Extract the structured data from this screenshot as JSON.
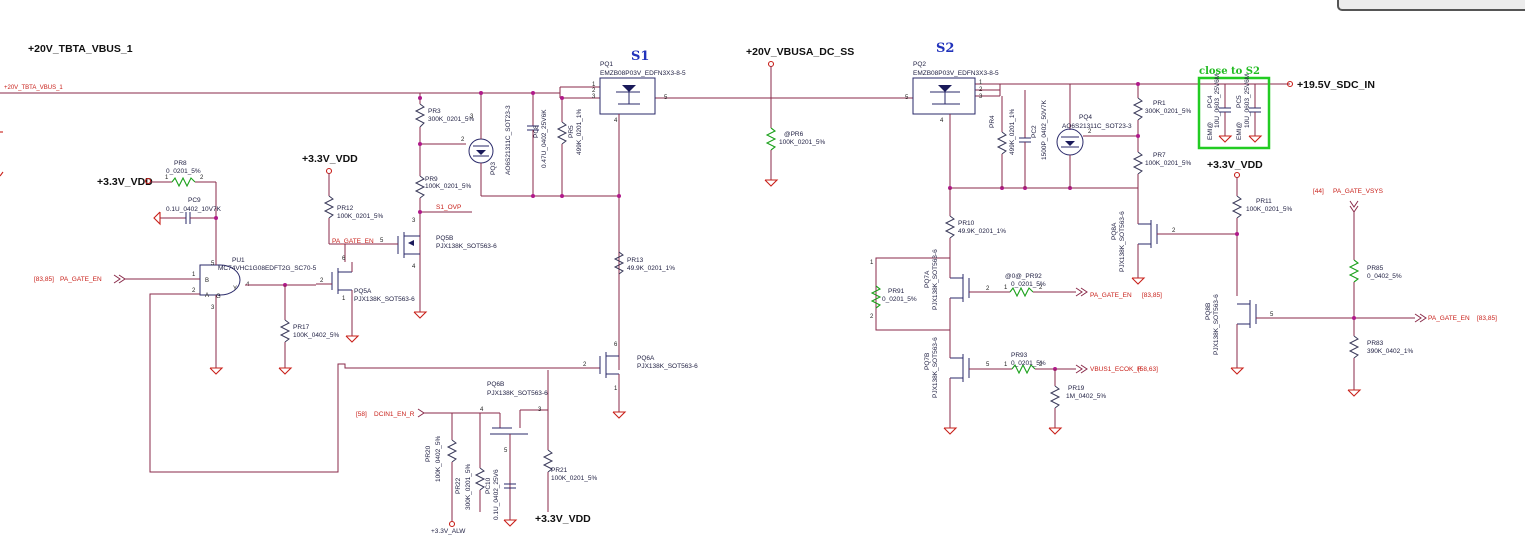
{
  "nets": {
    "tbta_vbus_1": "+20V_TBTA_VBUS_1",
    "tbta_vbus_1_small": "+20V_TBTA_VBUS_1",
    "vbusa_dc_ss": "+20V_VBUSA_DC_SS",
    "sdc_in": "+19.5V_SDC_IN",
    "vdd_a": "+3.3V_VDD",
    "vdd_b": "+3.3V_VDD",
    "vdd_c": "+3.3V_VDD",
    "vdd_d": "+3.3V_VDD",
    "alw": "+3.3V_ALW"
  },
  "sections": {
    "s1": "S1",
    "s2": "S2",
    "close_to_s2": "close to S2"
  },
  "signals": {
    "pa_gate_en_in": "PA_GATE_EN",
    "pa_gate_en_in_ref": "[83,85]",
    "pa_gate_en_mid": "PA_GATE_EN",
    "s1_ovp": "S1_OVP",
    "dcin1_en_r": "DCIN1_EN_R",
    "dcin1_en_r_ref": "[58]",
    "pa_gate_en_r1": "PA_GATE_EN",
    "pa_gate_en_r1_ref": "[83,85]",
    "vbus1_ecok_r": "VBUS1_ECOK_R",
    "vbus1_ecok_r_ref": "[58,63]",
    "pa_gate_vsys": "PA_GATE_VSYS",
    "pa_gate_vsys_ref": "[44]",
    "pa_gate_en_r2": "PA_GATE_EN",
    "pa_gate_en_r2_ref": "[83,85]"
  },
  "components": {
    "pq1": {
      "ref": "PQ1",
      "part": "EMZB08P03V_EDFN3X3-8-5"
    },
    "pq2": {
      "ref": "PQ2",
      "part": "EMZB08P03V_EDFN3X3-8-5"
    },
    "pr3": {
      "ref": "PR3",
      "value": "300K_0201_5%"
    },
    "pq3": {
      "ref": "PQ3",
      "part": "AO6S21311C_SOT23-3"
    },
    "pc8": {
      "ref": "PC8",
      "value": "0.47U_0402_25V6K"
    },
    "pr5": {
      "ref": "PR5",
      "value": "499K_0201_1%"
    },
    "pr9": {
      "ref": "PR9",
      "value": "100K_0201_5%"
    },
    "pq5b": {
      "ref": "PQ5B",
      "part": "PJX138K_SOT563-6"
    },
    "pr12": {
      "ref": "PR12",
      "value": "100K_0201_5%"
    },
    "pq5a": {
      "ref": "PQ5A",
      "part": "PJX138K_SOT563-6"
    },
    "pr17": {
      "ref": "PR17",
      "value": "100K_0402_5%"
    },
    "pr8": {
      "ref": "PR8",
      "value": "0_0201_5%"
    },
    "pc9": {
      "ref": "PC9",
      "value": "0.1U_0402_10V7K"
    },
    "pu1": {
      "ref": "PU1",
      "part": "MC74VHC1G08EDFT2G_SC70-5"
    },
    "pr13": {
      "ref": "PR13",
      "value": "49.9K_0201_1%"
    },
    "pq6a": {
      "ref": "PQ6A",
      "part": "PJX138K_SOT563-6"
    },
    "pq6b": {
      "ref": "PQ6B",
      "part": "PJX138K_SOT563-6"
    },
    "pr20": {
      "ref": "PR20",
      "value": "100K_0402_5%"
    },
    "pr22": {
      "ref": "PR22",
      "value": "300K_0201_5%"
    },
    "pc10": {
      "ref": "PC10",
      "value": "0.1U_0402_25V6"
    },
    "pr21": {
      "ref": "PR21",
      "value": "100K_0201_5%"
    },
    "pr6": {
      "ref": "@PR6",
      "value": "100K_0201_5%"
    },
    "pr4": {
      "ref": "PR4",
      "value": "499K_0201_1%"
    },
    "pc2": {
      "ref": "PC2",
      "value": "1500P_0402_50V7K"
    },
    "pq4": {
      "ref": "PQ4",
      "part": "AO6S21311C_SOT23-3"
    },
    "pr1": {
      "ref": "PR1",
      "value": "300K_0201_5%"
    },
    "pr7": {
      "ref": "PR7",
      "value": "100K_0201_5%"
    },
    "pc4": {
      "ref": "PC4",
      "value": "10U_0603_25V6M",
      "tag": "EMI@"
    },
    "pc5": {
      "ref": "PC5",
      "value": "10U_0603_25V6M",
      "tag": "EMI@"
    },
    "pr10": {
      "ref": "PR10",
      "value": "49.9K_0201_1%"
    },
    "pr91": {
      "ref": "PR91",
      "value": "0_0201_5%"
    },
    "pq7a": {
      "ref": "PQ7A",
      "part": "PJX138K_SOT563-6"
    },
    "pr92": {
      "ref": "@0@_PR92",
      "value": "0_0201_5%"
    },
    "pq7b": {
      "ref": "PQ7B",
      "part": "PJX138K_SOT563-6"
    },
    "pr93": {
      "ref": "PR93",
      "value": "0_0201_5%"
    },
    "pr19": {
      "ref": "PR19",
      "value": "1M_0402_5%"
    },
    "pq8a": {
      "ref": "PQ8A",
      "part": "PJX138K_SOT563-6"
    },
    "pq8b": {
      "ref": "PQ8B",
      "part": "PJX138K_SOT563-6"
    },
    "pr11": {
      "ref": "PR11",
      "value": "100K_0201_5%"
    },
    "pr85": {
      "ref": "PR85",
      "value": "0_0402_5%"
    },
    "pr83": {
      "ref": "PR83",
      "value": "390K_0402_1%"
    }
  },
  "colors": {
    "wire": "#8a2a4a",
    "section_label": "#2233bb",
    "highlight_box": "#22cc22",
    "ground": "#c8201a"
  }
}
